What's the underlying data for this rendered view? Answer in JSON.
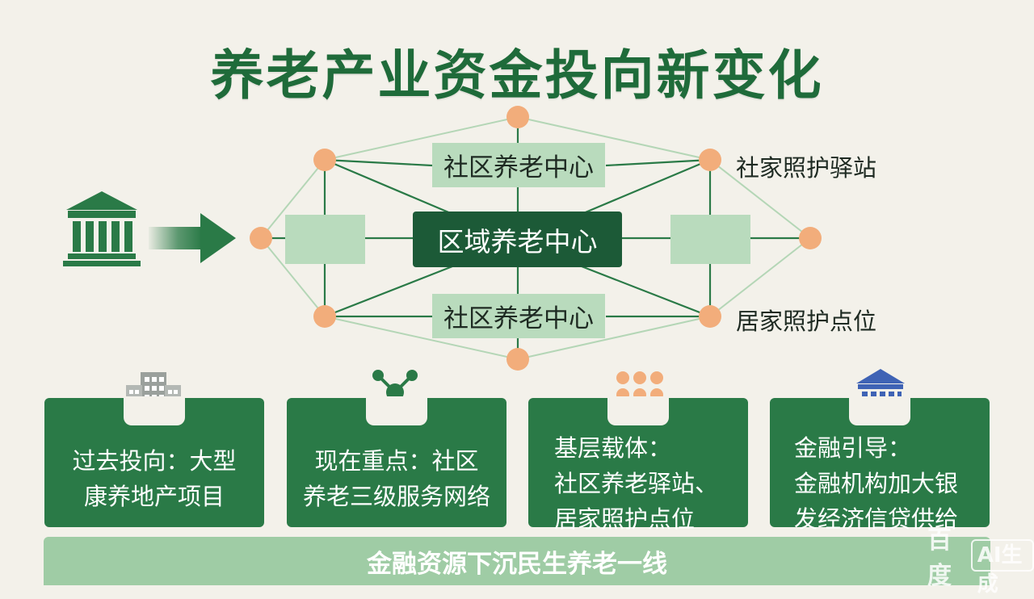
{
  "title": "养老产业资金投向新变化",
  "diagram": {
    "center": "区域养老中心",
    "top_center": "社区养老中心",
    "bottom_center": "社区养老中心",
    "right_top_label": "社家照护驿站",
    "right_bottom_label": "居家照护点位"
  },
  "cards": [
    {
      "icon": "office-building-icon",
      "lines": [
        "过去投向：大型",
        "康养地产项目"
      ]
    },
    {
      "icon": "network-icon",
      "lines": [
        "现在重点：社区",
        "养老三级服务网络"
      ]
    },
    {
      "icon": "dot-grid-icon",
      "lines": [
        "基层载体：",
        "社区养老驿站、",
        "居家照护点位"
      ]
    },
    {
      "icon": "bank-icon",
      "lines": [
        "金融引导：",
        "金融机构加大银",
        "发经济信贷供给"
      ]
    }
  ],
  "bottom_banner": "金融资源下沉民生养老一线",
  "watermark": {
    "brand": "百度",
    "badge": "AI生成"
  },
  "colors": {
    "title": "#1f6b3a",
    "dark_green": "#1c5a37",
    "card_green": "#2a7a47",
    "light_green": "#b9dbbd",
    "node_orange": "#f2ad7b",
    "bank_blue": "#3f63b5"
  }
}
